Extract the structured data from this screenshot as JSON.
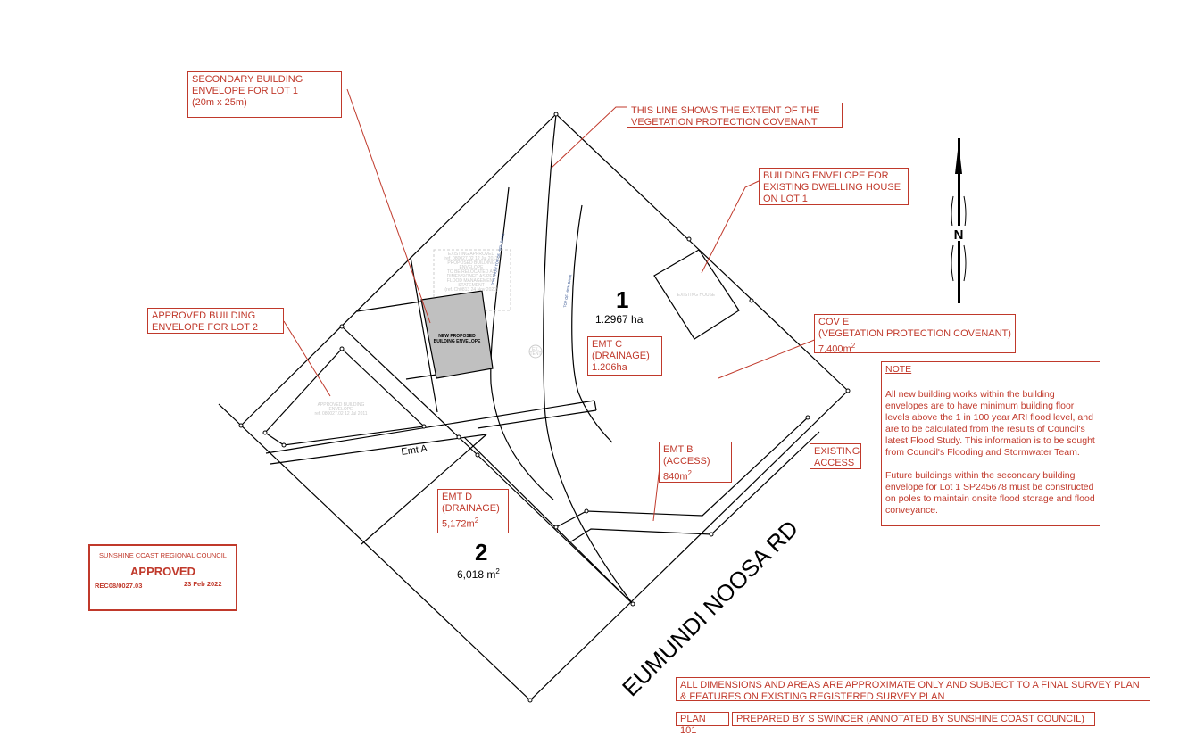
{
  "callouts": {
    "secondary_envelope": [
      "SECONDARY BUILDING",
      "ENVELOPE FOR LOT 1",
      "(20m x 25m)"
    ],
    "veg_line": [
      "THIS LINE SHOWS THE EXTENT OF THE",
      "VEGETATION PROTECTION COVENANT"
    ],
    "existing_dwelling": [
      "BUILDING ENVELOPE FOR",
      "EXISTING DWELLING HOUSE",
      "ON LOT 1"
    ],
    "approved_lot2": [
      "APPROVED BUILDING",
      "ENVELOPE FOR LOT 2"
    ],
    "cov_e": [
      "COV E",
      "(VEGETATION PROTECTION COVENANT)",
      "7,400m",
      "2"
    ],
    "emt_c": [
      "EMT C",
      "(DRAINAGE)",
      "1.206ha"
    ],
    "emt_b": [
      "EMT B",
      "(ACCESS)",
      "840m",
      "2"
    ],
    "emt_d": [
      "EMT D",
      "(DRAINAGE)",
      "5,172m",
      "2"
    ],
    "existing_access": [
      "EXISTING",
      "ACCESS"
    ]
  },
  "note": {
    "title": "NOTE",
    "p1": "All new building works within the building envelopes are to have minimum building floor levels above the 1 in 100 year ARI flood level, and are to be calculated from the results of Council's latest Flood Study. This information is to be sought from Council's Flooding and Stormwater Team.",
    "p2": "Future buildings within the secondary building envelope for Lot 1 SP245678 must be constructed on poles to maintain onsite flood storage and flood conveyance."
  },
  "lots": {
    "lot1_number": "1",
    "lot1_area": "1.2967 ha",
    "lot2_number": "2",
    "lot2_area": "6,018 m",
    "lot2_sup": "2"
  },
  "labels": {
    "new_envelope": [
      "NEW PROPOSED",
      "BUILDING ENVELOPE"
    ],
    "existing_approved": [
      "EXISTING APPROVED",
      "(ref. 080027.02 12 Jul 2011)",
      "PROPOSED BUILDING",
      "ENVELOPE",
      "TO BE RELOCATED AS",
      "DIMENSIONED AS PER",
      "FLOOD MANAGEMENT",
      "STATEMENT",
      "(ref. Ch0813 24 Nov 2020)"
    ],
    "approved_lot2_faint": [
      "APPROVED BUILDING",
      "ENVELOPE",
      "ref. 080027.02 12 Jul 2011"
    ],
    "existing_house": "EXISTING HOUSE",
    "ex_tent": [
      "EX.",
      "TENT"
    ],
    "top_high_bank": "TOP OF HIGH BANK",
    "from_top_high_bank": "20m FROM TOP OF HIGH BANK",
    "emt_a": "Emt A",
    "road": "EUMUNDI NOOSA RD",
    "north": "N"
  },
  "stamp": {
    "council": "SUNSHINE COAST REGIONAL COUNCIL",
    "status": "APPROVED",
    "ref": "REC08/0027.03",
    "date": "23 Feb 2022"
  },
  "footer": {
    "disclaimer": [
      "ALL DIMENSIONS AND AREAS ARE APPROXIMATE ONLY AND SUBJECT TO A FINAL SURVEY PLAN",
      "& FEATURES ON EXISTING REGISTERED SURVEY PLAN"
    ],
    "plan": "PLAN 101",
    "prepared": "PREPARED BY S SWINCER (ANNOTATED BY SUNSHINE COAST COUNCIL)"
  },
  "colors": {
    "annotation": "#c0392b",
    "envelope_fill": "#c0c0c0"
  }
}
